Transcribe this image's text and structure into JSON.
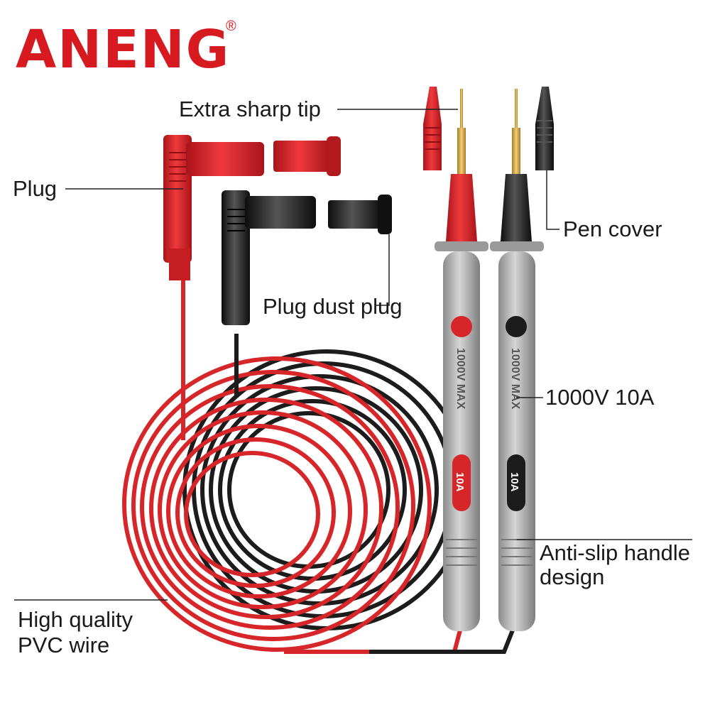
{
  "brand": {
    "name": "ANENG",
    "reg_mark": "®",
    "color": "#d71920"
  },
  "labels": {
    "extra_sharp_tip": "Extra sharp tip",
    "plug": "Plug",
    "pen_cover": "Pen cover",
    "plug_dust_plug": "Plug dust plug",
    "rating": "1000V 10A",
    "anti_slip_line1": "Anti-slip handle",
    "anti_slip_line2": "design",
    "pvc_line1": "High quality",
    "pvc_line2": "PVC wire"
  },
  "probe_markings": {
    "rating_text": "1000V MAX",
    "current": "10A"
  },
  "colors": {
    "red": "#d7262a",
    "black": "#1c1c1c",
    "grey": "#a8a8a8",
    "gold": "#d9a741"
  }
}
